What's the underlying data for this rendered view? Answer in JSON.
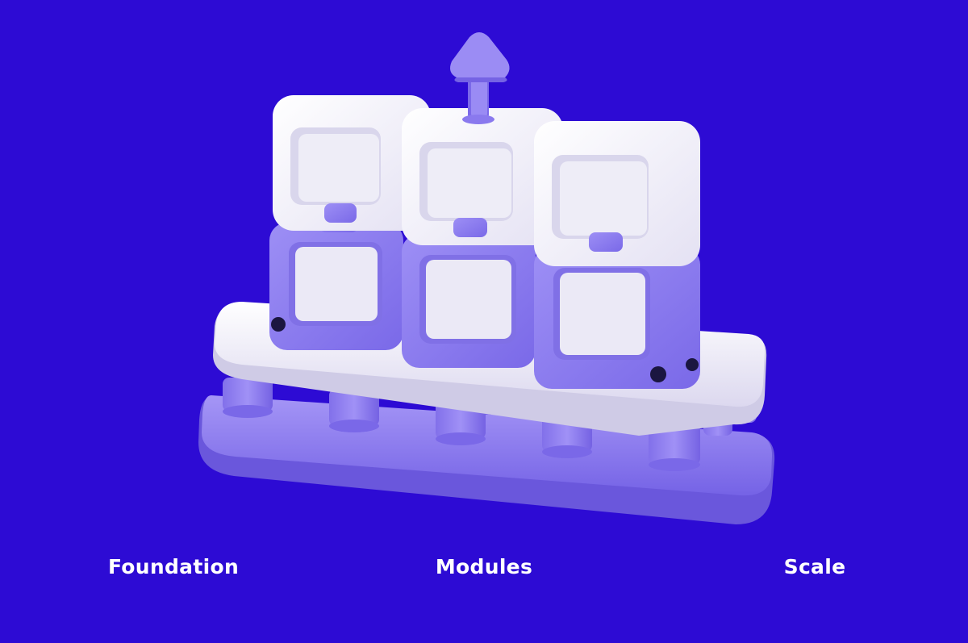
{
  "background_color": "#2d0bd4",
  "colors": {
    "module_white": "#f3f2f9",
    "module_purple": "#8e7ef0",
    "platform": "#f4f3fa",
    "base": "#8f7ff1",
    "arrow": "#8f7ff0"
  },
  "illustration": {
    "icons": [
      "up-arrow-icon"
    ],
    "module_rows": 2,
    "module_columns": 3
  },
  "captions": {
    "foundation": "Foundation",
    "modules": "Modules",
    "scale": "Scale"
  }
}
